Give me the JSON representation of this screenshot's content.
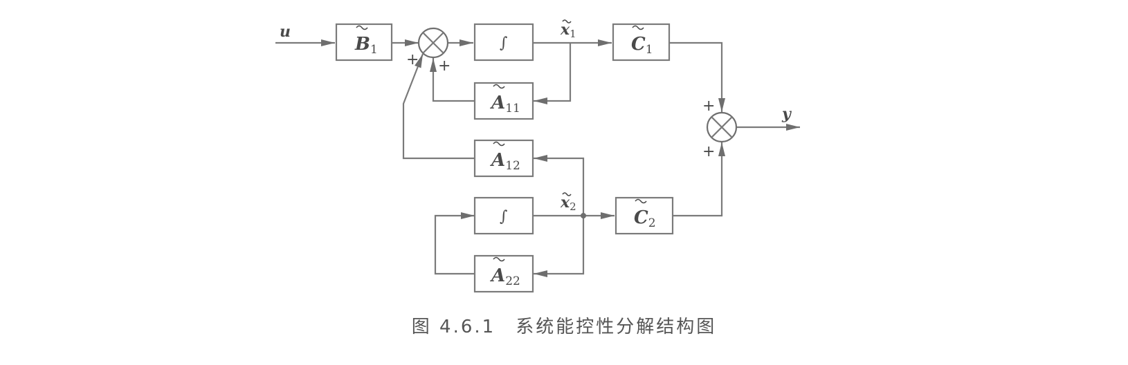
{
  "caption": "图 4.6.1　系统能控性分解结构图",
  "signals": {
    "input": "u",
    "output": "y",
    "state1": "x",
    "state1_sub": "1",
    "state2": "x",
    "state2_sub": "2"
  },
  "blocks": {
    "b1": {
      "symbol": "B",
      "sub": "1"
    },
    "integ1": {
      "symbol": "∫"
    },
    "c1": {
      "symbol": "C",
      "sub": "1"
    },
    "a11": {
      "symbol": "A",
      "sub": "11"
    },
    "a12": {
      "symbol": "A",
      "sub": "12"
    },
    "integ2": {
      "symbol": "∫"
    },
    "c2": {
      "symbol": "C",
      "sub": "2"
    },
    "a22": {
      "symbol": "A",
      "sub": "22"
    }
  },
  "signs": {
    "sum1_left": "+",
    "sum1_bottom": "+",
    "sum2_top": "+",
    "sum2_bottom": "+"
  }
}
